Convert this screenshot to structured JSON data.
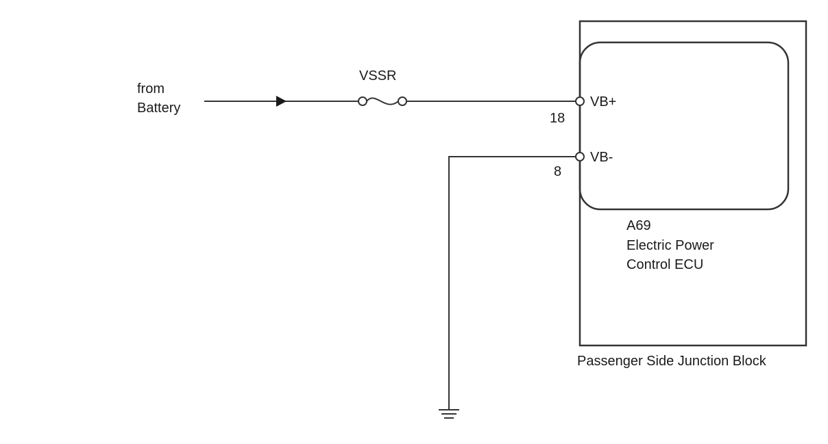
{
  "source": {
    "line1": "from",
    "line2": "Battery"
  },
  "fuse": {
    "label": "VSSR"
  },
  "terminals": {
    "vb_plus": {
      "name": "VB+",
      "pin": "18"
    },
    "vb_minus": {
      "name": "VB-",
      "pin": "8"
    }
  },
  "ecu": {
    "code": "A69",
    "name_line1": "Electric Power",
    "name_line2": "Control ECU"
  },
  "junction_block": {
    "label": "Passenger Side Junction Block"
  },
  "ground": {
    "icon": "ground-symbol-icon"
  }
}
